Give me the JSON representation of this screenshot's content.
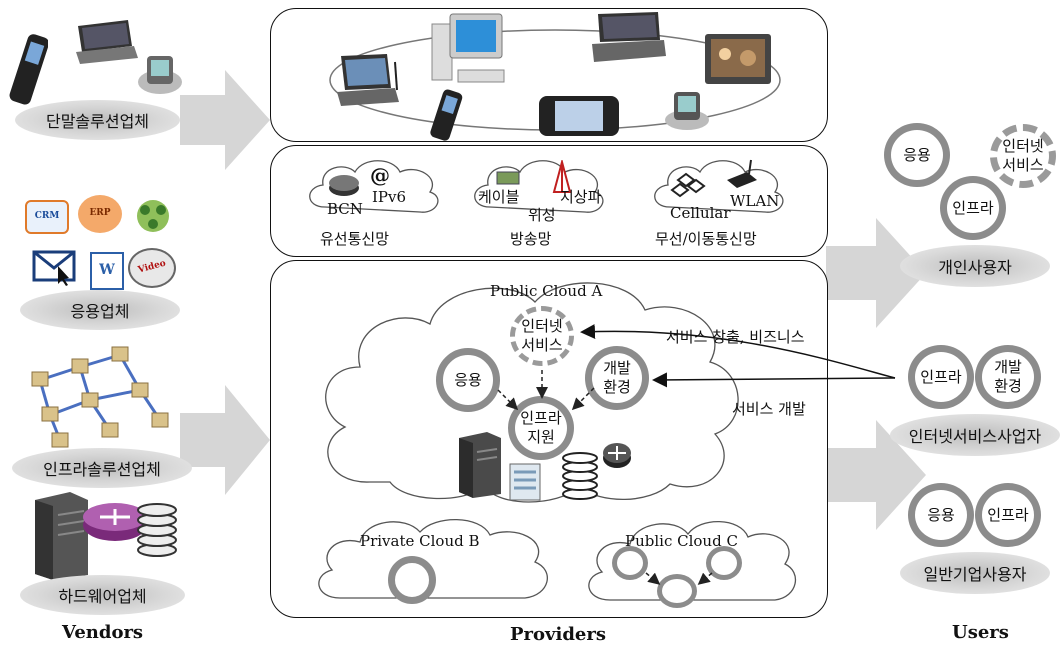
{
  "headings": {
    "vendors": "Vendors",
    "providers": "Providers",
    "users": "Users"
  },
  "vendors": {
    "device": "단말솔루션업체",
    "application": "응용업체",
    "infra": "인프라솔루션업체",
    "hardware": "하드웨어업체"
  },
  "app_icons": {
    "crm": "CRM",
    "erp": "ERP",
    "video": "Video"
  },
  "networks": {
    "wired": {
      "title": "유선통신망",
      "items": [
        "BCN",
        "IPv6",
        "@"
      ]
    },
    "broadcast": {
      "title": "방송망",
      "items": [
        "케이블",
        "지상파",
        "위성"
      ]
    },
    "wireless": {
      "title": "무선/이동통신망",
      "items": [
        "Cellular",
        "WLAN"
      ]
    }
  },
  "clouds": {
    "a": {
      "title": "Public Cloud A",
      "internet_service": [
        "인터넷",
        "서비스"
      ],
      "application": "응용",
      "dev_env": [
        "개발",
        "환경"
      ],
      "infra_support": [
        "인프라",
        "지원"
      ]
    },
    "b": {
      "title": "Private Cloud B"
    },
    "c": {
      "title": "Public Cloud C"
    }
  },
  "arrow_labels": {
    "service_business": "서비스 창출, 비즈니스",
    "service_dev": "서비스 개발"
  },
  "users": {
    "personal": {
      "label": "개인사용자",
      "rings": {
        "application": "응용",
        "infra": "인프라",
        "internet": [
          "인터넷",
          "서비스"
        ]
      }
    },
    "internet_biz": {
      "label": "인터넷서비스사업자",
      "rings": {
        "infra": "인프라",
        "dev": [
          "개발",
          "환경"
        ]
      }
    },
    "enterprise": {
      "label": "일반기업사용자",
      "rings": {
        "application": "응용",
        "infra": "인프라"
      }
    }
  },
  "colors": {
    "ring": "#8c8c8c",
    "arrow": "#d3d3d3",
    "panel_border": "#111111"
  }
}
